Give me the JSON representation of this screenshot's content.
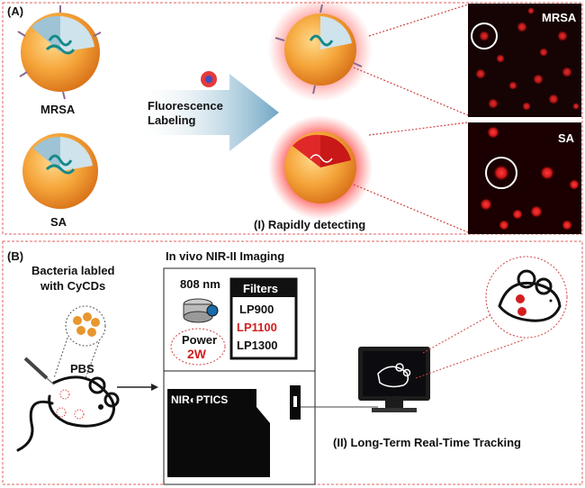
{
  "panel_a": {
    "tag": "(A)",
    "label_mrsa": "MRSA",
    "label_sa": "SA",
    "arrow_line1": "Fluorescence",
    "arrow_line2": "Labeling",
    "caption": "(I) Rapidly detecting",
    "micro_top_label": "MRSA",
    "micro_bottom_label": "SA"
  },
  "panel_b": {
    "tag": "(B)",
    "bacteria_line1": "Bacteria labled",
    "bacteria_line2": "with CyCDs",
    "pbs": "PBS",
    "imaging_title": "In vivo  NIR-II Imaging",
    "laser": "808 nm",
    "power_label": "Power",
    "power_value": "2W",
    "filters_title": "Filters",
    "filters": [
      {
        "label": "LP900",
        "color": "#000000"
      },
      {
        "label": "LP1100",
        "color": "#d21f1f"
      },
      {
        "label": "LP1300",
        "color": "#000000"
      }
    ],
    "device_brand": "NIR◐PTICS",
    "caption": "(II) Long-Term Real-Time Tracking"
  },
  "colors": {
    "border": "#e06060",
    "accent_red": "#d21f1f",
    "nano_orange": "#f2a23a"
  }
}
